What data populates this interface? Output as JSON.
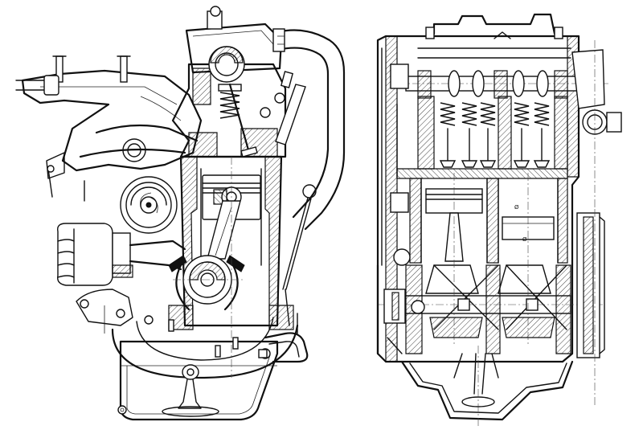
{
  "drawing": {
    "views": [
      {
        "id": "transverse-section"
      },
      {
        "id": "longitudinal-section"
      }
    ],
    "labels": {
      "dim_a": "Ø",
      "dim_b": "Ø"
    }
  }
}
